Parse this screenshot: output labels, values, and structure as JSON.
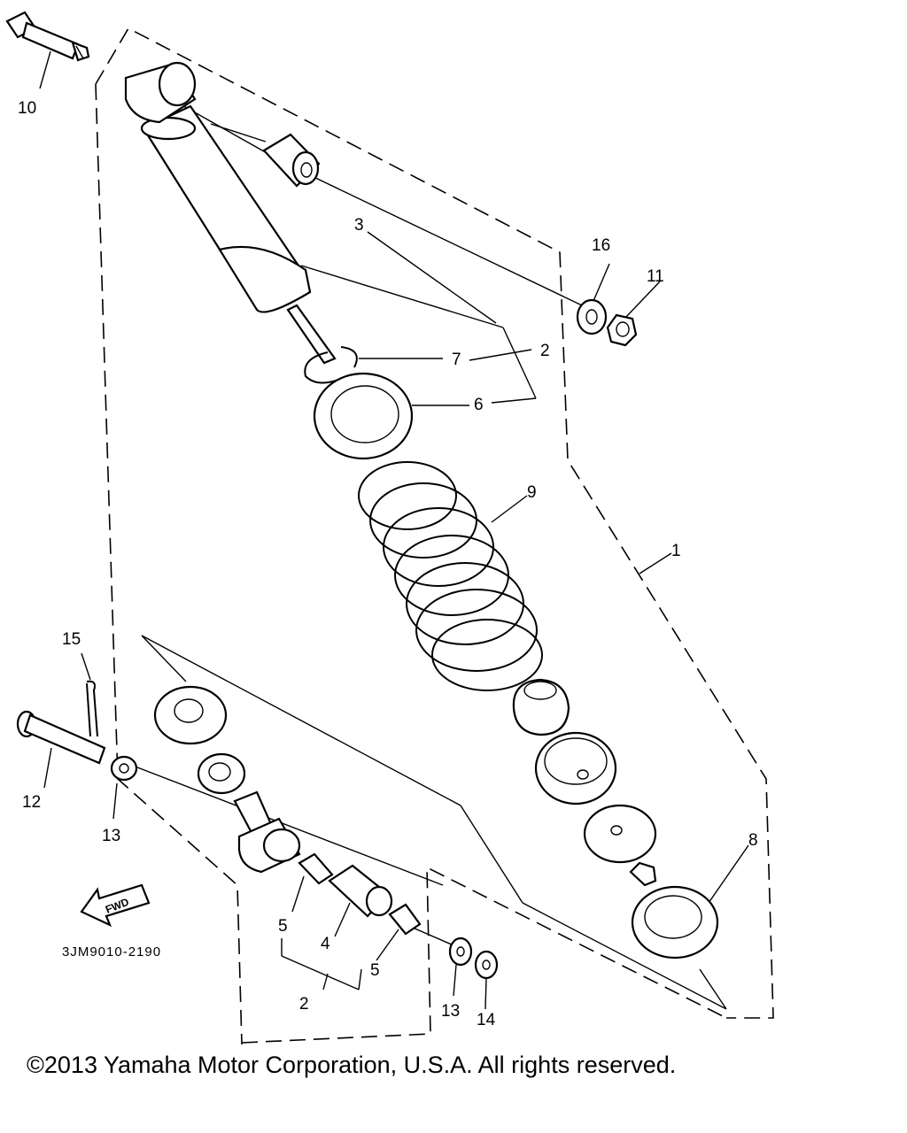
{
  "diagram": {
    "part_code": "3JM9010-2190",
    "fwd_label": "FWD",
    "callouts": {
      "c1": "1",
      "c2a": "2",
      "c2b": "2",
      "c3": "3",
      "c4": "4",
      "c5a": "5",
      "c5b": "5",
      "c6": "6",
      "c7": "7",
      "c8": "8",
      "c9": "9",
      "c10": "10",
      "c11": "11",
      "c12": "12",
      "c13a": "13",
      "c13b": "13",
      "c14": "14",
      "c15": "15",
      "c16": "16"
    }
  },
  "footer": {
    "copyright": "©2013 Yamaha Motor Corporation, U.S.A. All rights reserved."
  }
}
